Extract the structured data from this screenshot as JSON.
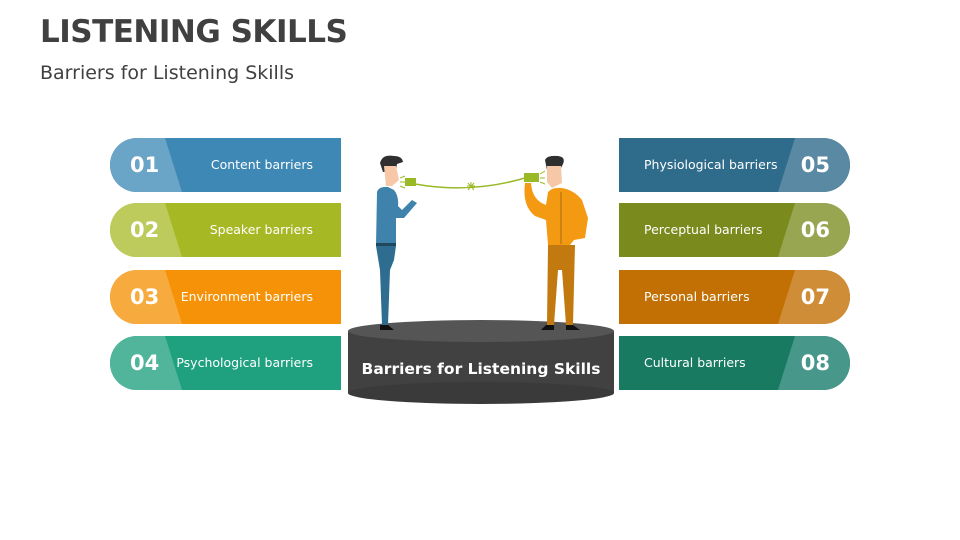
{
  "header": {
    "title": "LISTENING SKILLS",
    "subtitle": "Barriers for Listening Skills"
  },
  "center": {
    "platform_label": "Barriers for Listening Skills",
    "platform_color": "#414141",
    "figures": [
      {
        "name": "speaker",
        "shirt_color": "#3f83ad",
        "pants_color": "#2e6c90"
      },
      {
        "name": "listener",
        "shirt_color": "#f39a12",
        "pants_color": "#c27a10"
      }
    ],
    "can_color": "#9ab926"
  },
  "left_items": [
    {
      "number": "01",
      "label": "Content barriers",
      "color": "#3e88b5",
      "light": "#6aa4c6"
    },
    {
      "number": "02",
      "label": "Speaker barriers",
      "color": "#a6b823",
      "light": "#bccb5c"
    },
    {
      "number": "03",
      "label": "Environment barriers",
      "color": "#f59207",
      "light": "#f7ab3e"
    },
    {
      "number": "04",
      "label": "Psychological barriers",
      "color": "#1fa07f",
      "light": "#51b59b"
    }
  ],
  "right_items": [
    {
      "number": "05",
      "label": "Physiological barriers",
      "color": "#2f6b8a",
      "light": "#5a89a3"
    },
    {
      "number": "06",
      "label": "Perceptual barriers",
      "color": "#7a8a1d",
      "light": "#98a551"
    },
    {
      "number": "07",
      "label": "Personal barriers",
      "color": "#c27003",
      "light": "#cf8d38"
    },
    {
      "number": "08",
      "label": "Cultural barriers",
      "color": "#187b61",
      "light": "#47978a"
    }
  ]
}
